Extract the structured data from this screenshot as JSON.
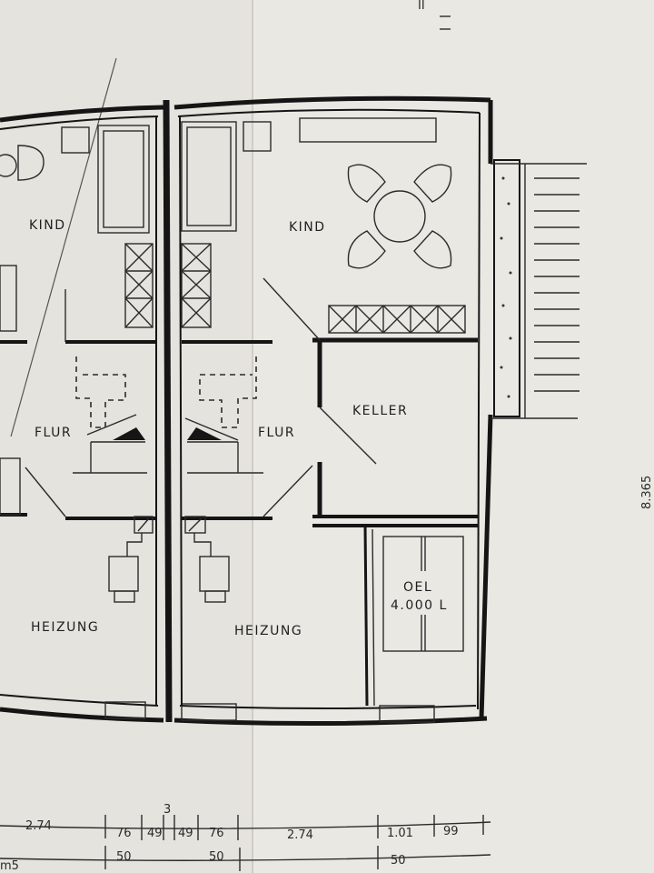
{
  "rooms": {
    "kind_left": "KIND",
    "kind_right": "KIND",
    "flur_left": "FLUR",
    "flur_right": "FLUR",
    "keller": "KELLER",
    "heizung_left": "HEIZUNG",
    "heizung_right": "HEIZUNG",
    "oel_title": "OEL",
    "oel_volume": "4.000 L"
  },
  "dimensions": {
    "top_row": [
      "2.74",
      "76",
      "49",
      "49",
      "76",
      "2.74",
      "1.01",
      "99"
    ],
    "bottom_row": [
      "50",
      "50",
      "50"
    ],
    "center_mark": "3",
    "side_label": "8.365",
    "corner_left": "m5",
    "top_mark": "II"
  },
  "colors": {
    "paper": "#e9e8e3",
    "ink": "#151515"
  }
}
